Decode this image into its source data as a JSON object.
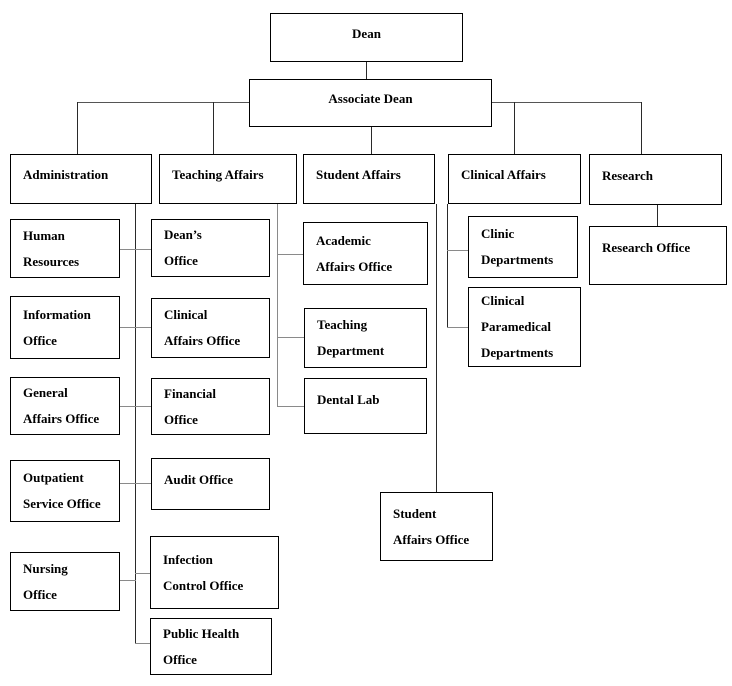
{
  "diagram_type": "org-chart",
  "colors": {
    "background": "#ffffff",
    "box_border": "#000000",
    "text": "#000000",
    "connector_dark": "#2a2a2a",
    "connector_gray": "#8a8a8a",
    "connector_mid": "#555555"
  },
  "nodes": [
    {
      "id": "dean",
      "label": "Dean",
      "parent": null
    },
    {
      "id": "associate-dean",
      "label": "Associate Dean",
      "parent": "dean"
    },
    {
      "id": "administration",
      "label": "Administration",
      "parent": "associate-dean"
    },
    {
      "id": "teaching-affairs",
      "label": "Teaching Affairs",
      "parent": "associate-dean"
    },
    {
      "id": "student-affairs",
      "label": "Student Affairs",
      "parent": "associate-dean"
    },
    {
      "id": "clinical-affairs",
      "label": "Clinical Affairs",
      "parent": "associate-dean"
    },
    {
      "id": "research",
      "label": "Research",
      "parent": "associate-dean"
    },
    {
      "id": "human-resources",
      "label": "Human\nResources",
      "parent": "administration"
    },
    {
      "id": "information-office",
      "label": "Information\nOffice",
      "parent": "administration"
    },
    {
      "id": "general-affairs-office",
      "label": "General\nAffairs Office",
      "parent": "administration"
    },
    {
      "id": "outpatient-service-office",
      "label": "Outpatient\nService Office",
      "parent": "administration"
    },
    {
      "id": "nursing-office",
      "label": "Nursing\nOffice",
      "parent": "administration"
    },
    {
      "id": "deans-office",
      "label": "Dean’s\nOffice",
      "parent": "teaching-affairs"
    },
    {
      "id": "clinical-affairs-office",
      "label": "Clinical\nAffairs Office",
      "parent": "teaching-affairs"
    },
    {
      "id": "financial-office",
      "label": "Financial\nOffice",
      "parent": "teaching-affairs"
    },
    {
      "id": "audit-office",
      "label": "Audit Office",
      "parent": "teaching-affairs"
    },
    {
      "id": "infection-control-office",
      "label": "Infection\nControl Office",
      "parent": "teaching-affairs"
    },
    {
      "id": "public-health-office",
      "label": "Public Health\nOffice",
      "parent": "teaching-affairs"
    },
    {
      "id": "academic-affairs-office",
      "label": "Academic\nAffairs Office",
      "parent": "student-affairs"
    },
    {
      "id": "teaching-department",
      "label": "Teaching\nDepartment",
      "parent": "student-affairs"
    },
    {
      "id": "dental-lab",
      "label": "Dental Lab",
      "parent": "student-affairs"
    },
    {
      "id": "student-affairs-office",
      "label": "Student\nAffairs Office",
      "parent": "student-affairs"
    },
    {
      "id": "clinic-departments",
      "label": "Clinic\nDepartments",
      "parent": "clinical-affairs"
    },
    {
      "id": "clinical-paramedical-departments",
      "label": "Clinical\nParamedical\nDepartments",
      "parent": "clinical-affairs"
    },
    {
      "id": "research-office",
      "label": "Research Office",
      "parent": "research"
    }
  ]
}
